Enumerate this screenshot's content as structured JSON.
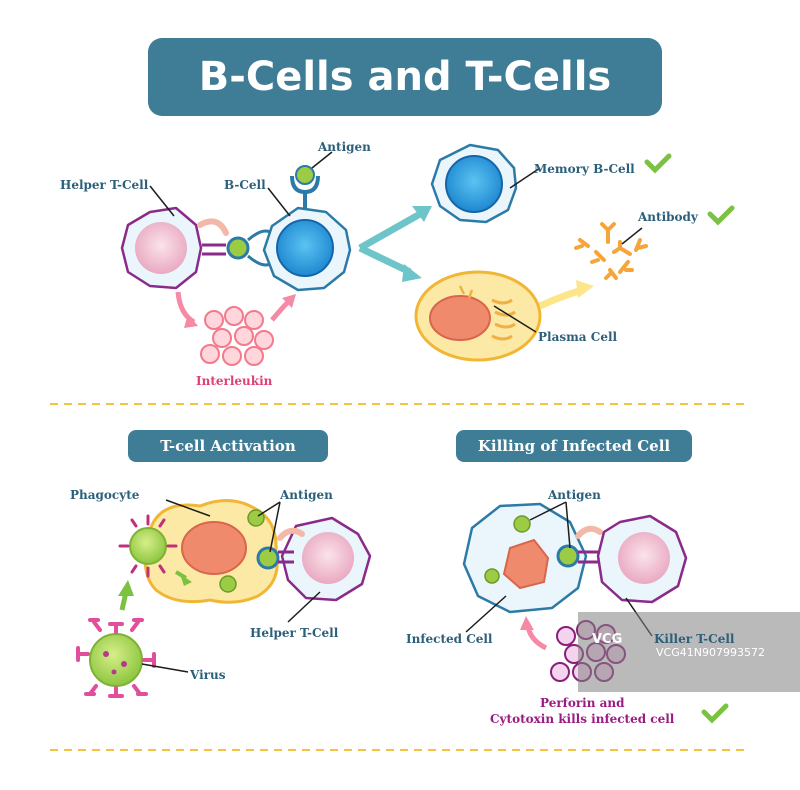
{
  "title": "B-Cells and T-Cells",
  "sections": {
    "activation_title": "T-cell Activation",
    "killing_title": "Killing of Infected Cell"
  },
  "top_labels": {
    "helper_t_cell": "Helper T-Cell",
    "b_cell": "B-Cell",
    "antigen": "Antigen",
    "memory_b_cell": "Memory B-Cell",
    "antibody": "Antibody",
    "plasma_cell": "Plasma Cell",
    "interleukin": "Interleukin"
  },
  "activation_labels": {
    "phagocyte": "Phagocyte",
    "antigen": "Antigen",
    "helper_t_cell": "Helper T-Cell",
    "virus": "Virus"
  },
  "killing_labels": {
    "antigen": "Antigen",
    "infected_cell": "Infected Cell",
    "killer_t_cell": "Killer T-Cell",
    "perforin_line1": "Perforin and",
    "perforin_line2": "Cytotoxin kills infected cell"
  },
  "watermark": {
    "logo": "VCG",
    "id": "VCG41N907993572"
  },
  "colors": {
    "title_bg": "#3f7c96",
    "label_blue": "#2c5f7a",
    "label_pink": "#e0407a",
    "label_purple": "#9a1c82",
    "check_green": "#7cc242",
    "divider": "#f5c242"
  },
  "icons": [
    "check-icon",
    "arrow-icon"
  ]
}
